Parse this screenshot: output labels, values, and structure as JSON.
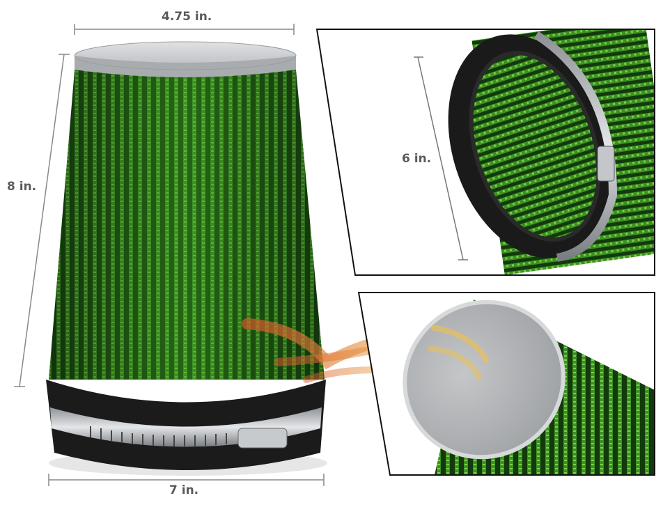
{
  "product": {
    "type": "conical air intake filter",
    "filter_color": "#2f7a1e",
    "pleat_highlight": "#6fcf3a",
    "cap_color": "#c9ccce",
    "clamp_color": "#b8bcc0",
    "rubber_color": "#1a1a1a"
  },
  "dimensions": {
    "top_diameter": "4.75 in.",
    "height": "8 in.",
    "base_diameter": "7 in.",
    "flange_inner": "6 in."
  },
  "insets": [
    {
      "name": "flange-detail",
      "label": "6 in."
    },
    {
      "name": "cap-detail",
      "label": ""
    }
  ],
  "airflow": {
    "color_start": "#e0702a",
    "color_end": "#f3c04a"
  }
}
